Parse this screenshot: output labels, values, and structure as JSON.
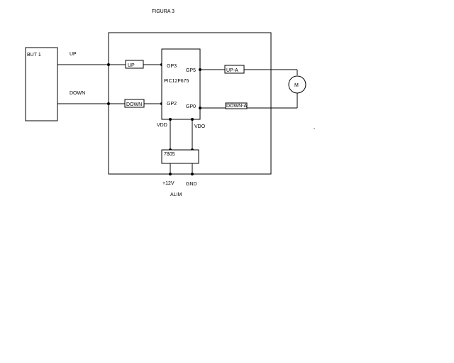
{
  "title": "FIGURA 3",
  "button": {
    "label": "BUT 1"
  },
  "inputs": {
    "up": "UP",
    "down": "DOWN"
  },
  "resistors": {
    "up": "UP",
    "down": "DOWN",
    "up_a": "UP-A",
    "down_a": "DOWN-A"
  },
  "mcu": {
    "name": "PIC12F675",
    "pins": {
      "gp3": "GP3",
      "gp2": "GP2",
      "gp5": "GP5",
      "gp0": "GP0"
    }
  },
  "motor": {
    "label": "M"
  },
  "power": {
    "vdd": "VDD",
    "vdo": "VDO",
    "regulator": "7805",
    "plus12v": "+12V",
    "gnd": "GND",
    "alim": "ALIM"
  }
}
